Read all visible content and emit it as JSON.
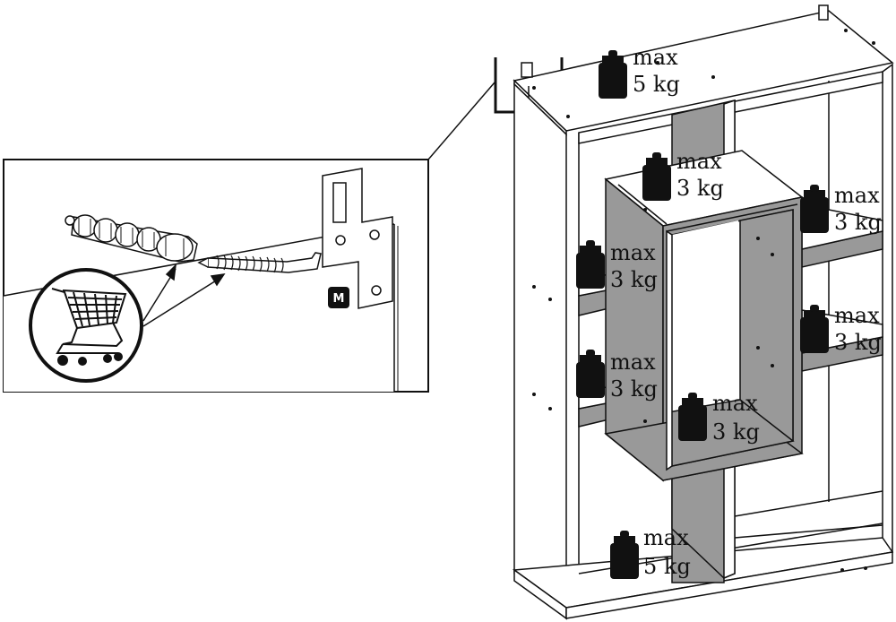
{
  "hardware_badge": "M",
  "weight_labels": [
    {
      "id": "top",
      "line1": "max",
      "line2": "5 kg"
    },
    {
      "id": "center-top",
      "line1": "max",
      "line2": "3 kg"
    },
    {
      "id": "right-upper",
      "line1": "max",
      "line2": "3 kg"
    },
    {
      "id": "left-upper",
      "line1": "max",
      "line2": "3 kg"
    },
    {
      "id": "right-lower",
      "line1": "max",
      "line2": "3 kg"
    },
    {
      "id": "left-lower",
      "line1": "max",
      "line2": "3 kg"
    },
    {
      "id": "center-bottom",
      "line1": "max",
      "line2": "3 kg"
    },
    {
      "id": "bottom",
      "line1": "max",
      "line2": "5 kg"
    }
  ]
}
